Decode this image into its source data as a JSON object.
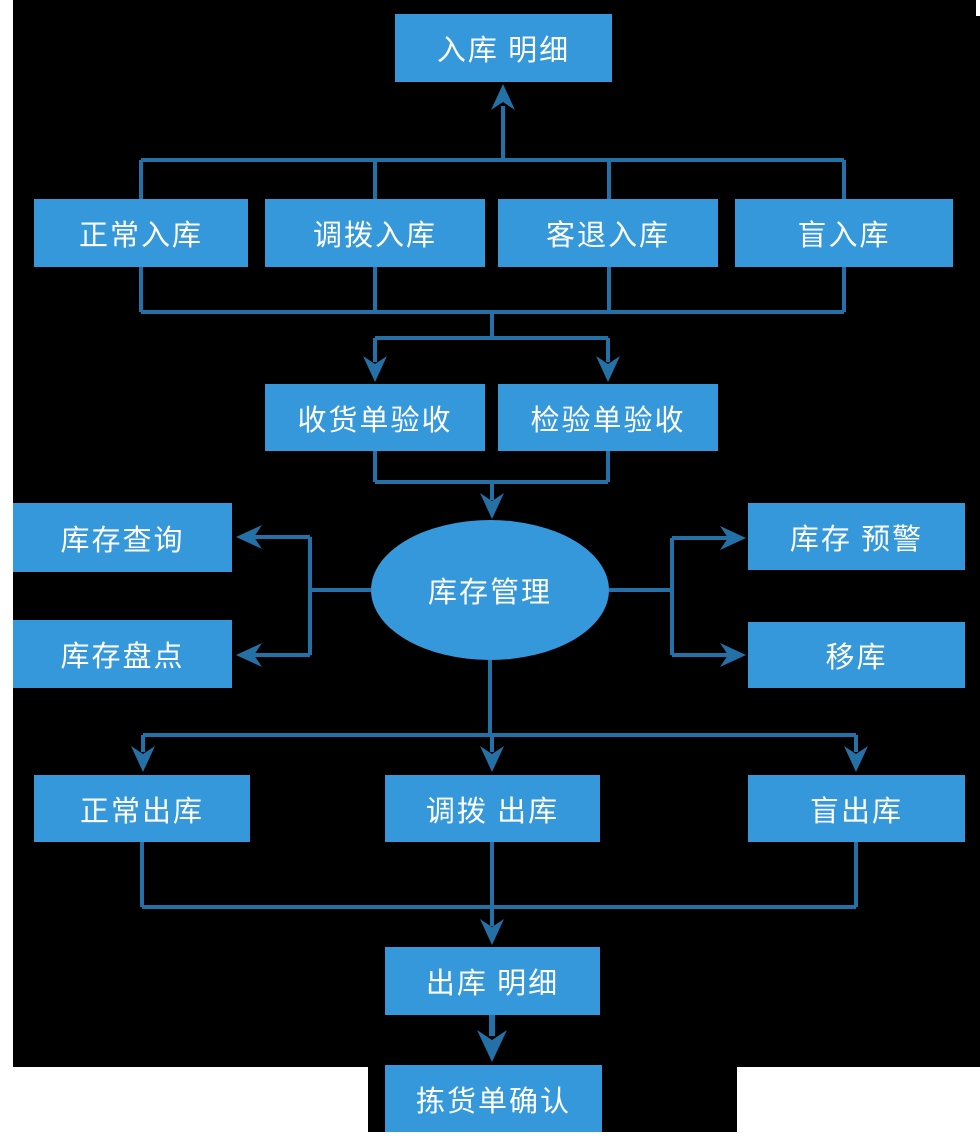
{
  "diagram": {
    "type": "flowchart",
    "subject": "warehouse-inventory-management-flow",
    "colors": {
      "node_fill": "#3498db",
      "node_text": "#ffffff",
      "connector": "#2471a7",
      "background": "#000000",
      "margin": "#ffffff"
    },
    "nodes": {
      "inbound_detail": {
        "label": "入库 明细"
      },
      "normal_in": {
        "label": "正常入库"
      },
      "transfer_in": {
        "label": "调拨入库"
      },
      "return_in": {
        "label": "客退入库"
      },
      "blind_in": {
        "label": "盲入库"
      },
      "receipt_check": {
        "label": "收货单验收"
      },
      "inspect_check": {
        "label": "检验单验收"
      },
      "stock_management": {
        "label": "库存管理"
      },
      "stock_query": {
        "label": "库存查询"
      },
      "stock_count": {
        "label": "库存盘点"
      },
      "stock_alert": {
        "label": "库存 预警"
      },
      "move_stock": {
        "label": "移库"
      },
      "normal_out": {
        "label": "正常出库"
      },
      "transfer_out": {
        "label": "调拨 出库"
      },
      "blind_out": {
        "label": "盲出库"
      },
      "outbound_detail": {
        "label": "出库 明细"
      },
      "pick_confirm": {
        "label": "拣货单确认"
      }
    },
    "edges": [
      "normal_in,transfer_in,return_in,blind_in -> inbound_detail",
      "normal_in,transfer_in,return_in,blind_in -> receipt_check,inspect_check",
      "receipt_check,inspect_check -> stock_management",
      "stock_management -> stock_query",
      "stock_management -> stock_count",
      "stock_management -> stock_alert",
      "stock_management -> move_stock",
      "stock_management -> normal_out,transfer_out,blind_out",
      "normal_out,transfer_out,blind_out -> outbound_detail",
      "outbound_detail -> pick_confirm"
    ]
  }
}
